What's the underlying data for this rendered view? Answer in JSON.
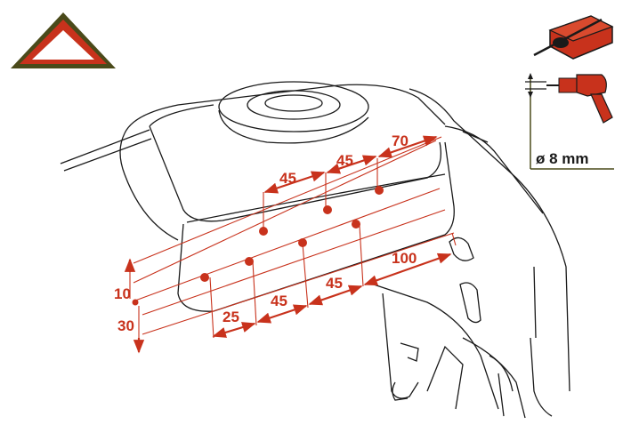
{
  "colors": {
    "accent": "#c8321c",
    "outline": "#1a1a1a",
    "warning_fill": "#c8321c",
    "warning_frame": "#4a4a1a",
    "drill_body": "#c8321c"
  },
  "icons": [
    "warning-triangle-icon",
    "mounting-bracket-icon",
    "drill-icon"
  ],
  "drill_spec": {
    "label": "ø 8 mm"
  },
  "dimensions": {
    "top_row": [
      "45",
      "45",
      "70"
    ],
    "bottom_row": [
      "25",
      "45",
      "45"
    ],
    "bottom_right": "100",
    "left_upper": "10",
    "left_lower": "30"
  },
  "drill_holes": {
    "upper_row": 3,
    "lower_row": 4
  }
}
